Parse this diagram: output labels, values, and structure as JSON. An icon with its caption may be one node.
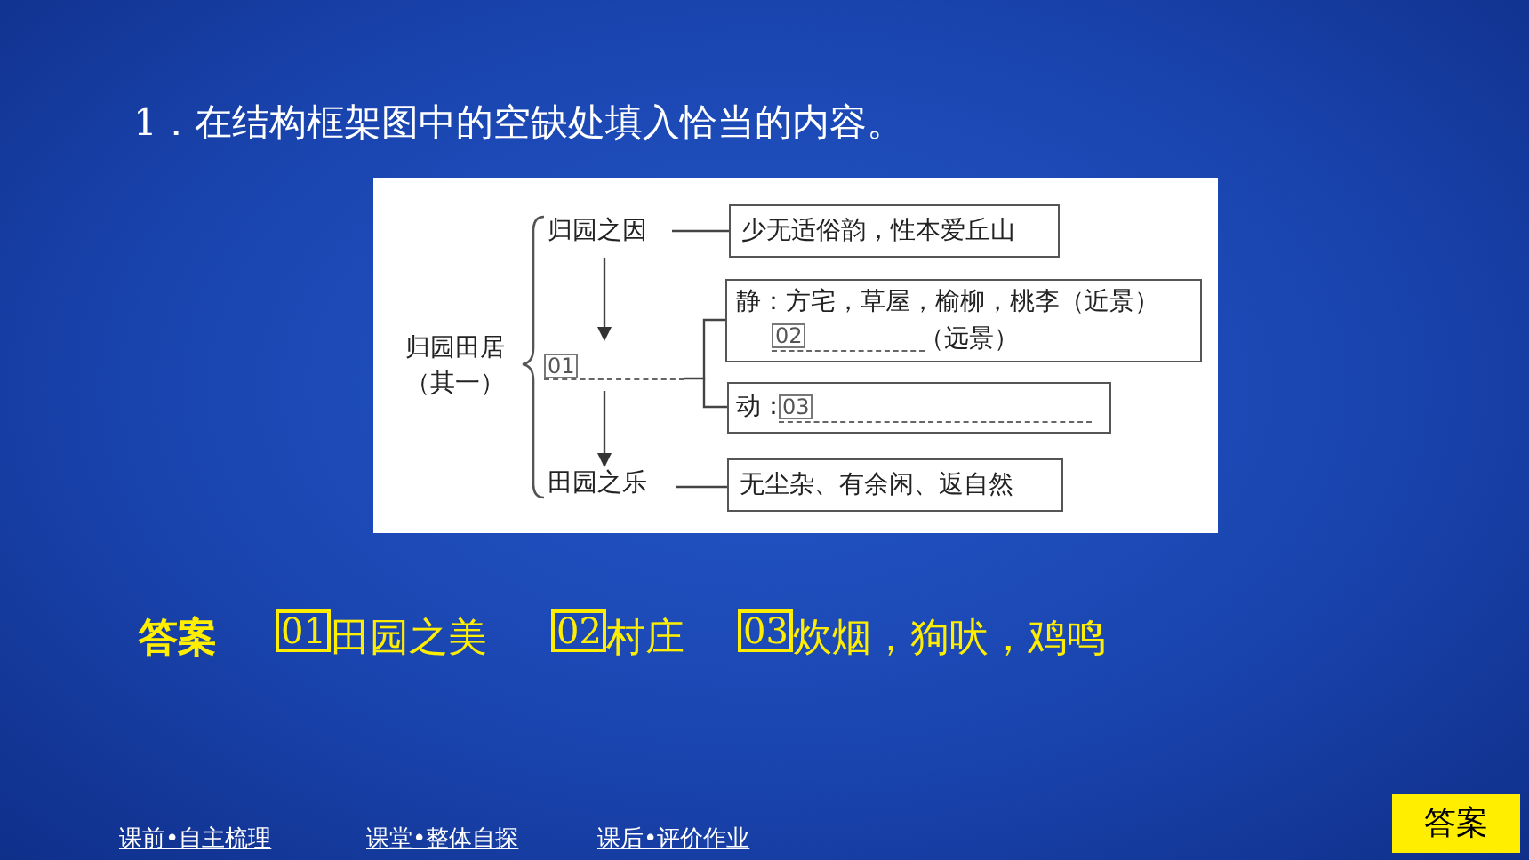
{
  "diagram": {
    "nodes": [
      {
        "text": [
          "归园田居（其一）"
        ]
      },
      {
        "text": [
          "归园之因"
        ]
      },
      {
        "text": [
          "01"
        ]
      },
      {
        "text": [
          "田园之乐"
        ]
      },
      {
        "text": [
          "少无适俗韵，性本爱丘山"
        ]
      },
      {
        "text": [
          "静：方宅，草屋，榆柳，桃李（近景）",
          "02",
          "（远景）"
        ]
      },
      {
        "text": [
          "动：",
          "03"
        ]
      },
      {
        "text": [
          "无尘杂、有余闲、返自然"
        ]
      }
    ],
    "edges": [
      {
        "from": 1,
        "to": 2,
        "arrow": "to"
      },
      {
        "from": 2,
        "to": 3,
        "arrow": "to"
      },
      {
        "from": 1,
        "to": 4,
        "arrow": "none"
      },
      {
        "from": 2,
        "to": 5,
        "arrow": "none"
      },
      {
        "from": 2,
        "to": 6,
        "arrow": "none"
      },
      {
        "from": 3,
        "to": 7,
        "arrow": "none"
      }
    ],
    "labels": [
      "1．在结构框架图中的空缺处填入恰当的内容。",
      "答案",
      "01",
      "田园之美",
      "02",
      "村庄",
      "03",
      "炊烟，狗吠，鸡鸣",
      "课前•自主梳理",
      "课堂•整体自探",
      "课后•评价作业",
      "答案"
    ]
  }
}
